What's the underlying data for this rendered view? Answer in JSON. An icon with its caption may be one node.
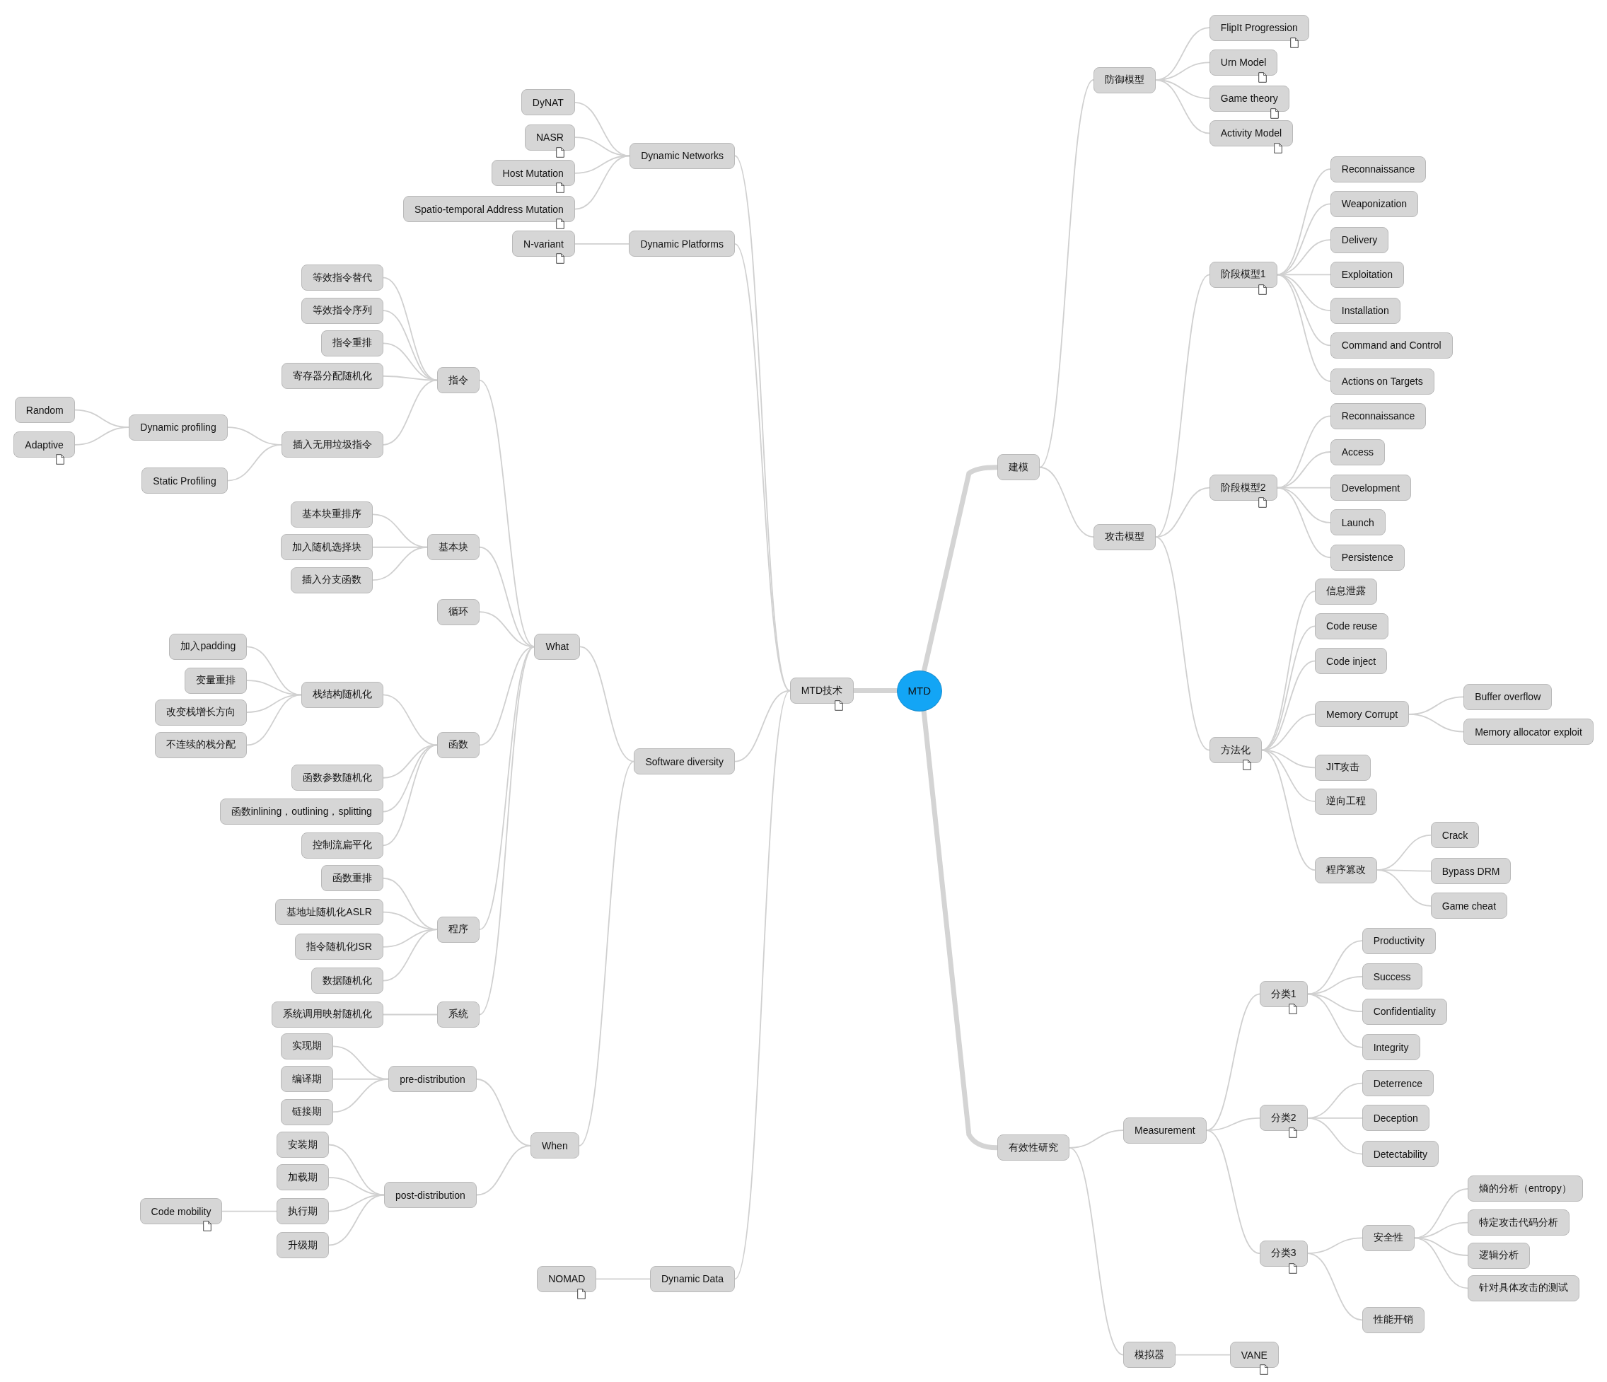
{
  "diagram": {
    "nodes": [
      {
        "text": [
          "MTD"
        ]
      },
      {
        "text": [
          "MTD技术"
        ]
      },
      {
        "text": [
          "Dynamic Networks"
        ]
      },
      {
        "text": [
          "DyNAT"
        ]
      },
      {
        "text": [
          "NASR"
        ]
      },
      {
        "text": [
          "Host Mutation"
        ]
      },
      {
        "text": [
          "Spatio-temporal Address Mutation"
        ]
      },
      {
        "text": [
          "Dynamic Platforms"
        ]
      },
      {
        "text": [
          "N-variant"
        ]
      },
      {
        "text": [
          "Software diversity"
        ]
      },
      {
        "text": [
          "What"
        ]
      },
      {
        "text": [
          "指令"
        ]
      },
      {
        "text": [
          "等效指令替代"
        ]
      },
      {
        "text": [
          "等效指令序列"
        ]
      },
      {
        "text": [
          "指令重排"
        ]
      },
      {
        "text": [
          "寄存器分配随机化"
        ]
      },
      {
        "text": [
          "插入无用垃圾指令"
        ]
      },
      {
        "text": [
          "Dynamic profiling"
        ]
      },
      {
        "text": [
          "Random"
        ]
      },
      {
        "text": [
          "Adaptive"
        ]
      },
      {
        "text": [
          "Static Profiling"
        ]
      },
      {
        "text": [
          "基本块"
        ]
      },
      {
        "text": [
          "基本块重排序"
        ]
      },
      {
        "text": [
          "加入随机选择块"
        ]
      },
      {
        "text": [
          "插入分支函数"
        ]
      },
      {
        "text": [
          "循环"
        ]
      },
      {
        "text": [
          "函数"
        ]
      },
      {
        "text": [
          "栈结构随机化"
        ]
      },
      {
        "text": [
          "加入padding"
        ]
      },
      {
        "text": [
          "变量重排"
        ]
      },
      {
        "text": [
          "改变栈增长方向"
        ]
      },
      {
        "text": [
          "不连续的栈分配"
        ]
      },
      {
        "text": [
          "函数参数随机化"
        ]
      },
      {
        "text": [
          "函数inlining，outlining，splitting"
        ]
      },
      {
        "text": [
          "控制流扁平化"
        ]
      },
      {
        "text": [
          "程序"
        ]
      },
      {
        "text": [
          "函数重排"
        ]
      },
      {
        "text": [
          "基地址随机化ASLR"
        ]
      },
      {
        "text": [
          "指令随机化ISR"
        ]
      },
      {
        "text": [
          "数据随机化"
        ]
      },
      {
        "text": [
          "系统"
        ]
      },
      {
        "text": [
          "系统调用映射随机化"
        ]
      },
      {
        "text": [
          "When"
        ]
      },
      {
        "text": [
          "pre-distribution"
        ]
      },
      {
        "text": [
          "实现期"
        ]
      },
      {
        "text": [
          "编译期"
        ]
      },
      {
        "text": [
          "链接期"
        ]
      },
      {
        "text": [
          "post-distribution"
        ]
      },
      {
        "text": [
          "安装期"
        ]
      },
      {
        "text": [
          "加载期"
        ]
      },
      {
        "text": [
          "执行期"
        ]
      },
      {
        "text": [
          "Code mobility"
        ]
      },
      {
        "text": [
          "升级期"
        ]
      },
      {
        "text": [
          "Dynamic Data"
        ]
      },
      {
        "text": [
          "NOMAD"
        ]
      },
      {
        "text": [
          "建模"
        ]
      },
      {
        "text": [
          "防御模型"
        ]
      },
      {
        "text": [
          "FlipIt Progression"
        ]
      },
      {
        "text": [
          "Urn Model"
        ]
      },
      {
        "text": [
          "Game theory"
        ]
      },
      {
        "text": [
          "Activity Model"
        ]
      },
      {
        "text": [
          "攻击模型"
        ]
      },
      {
        "text": [
          "阶段模型1"
        ]
      },
      {
        "text": [
          "Reconnaissance"
        ]
      },
      {
        "text": [
          "Weaponization"
        ]
      },
      {
        "text": [
          "Delivery"
        ]
      },
      {
        "text": [
          "Exploitation"
        ]
      },
      {
        "text": [
          "Installation"
        ]
      },
      {
        "text": [
          "Command and Control"
        ]
      },
      {
        "text": [
          "Actions on Targets"
        ]
      },
      {
        "text": [
          "阶段模型2"
        ]
      },
      {
        "text": [
          "Reconnaissance"
        ]
      },
      {
        "text": [
          "Access"
        ]
      },
      {
        "text": [
          "Development"
        ]
      },
      {
        "text": [
          "Launch"
        ]
      },
      {
        "text": [
          "Persistence"
        ]
      },
      {
        "text": [
          "方法化"
        ]
      },
      {
        "text": [
          "信息泄露"
        ]
      },
      {
        "text": [
          "Code reuse"
        ]
      },
      {
        "text": [
          "Code inject"
        ]
      },
      {
        "text": [
          "Memory Corrupt"
        ]
      },
      {
        "text": [
          "Buffer overflow"
        ]
      },
      {
        "text": [
          "Memory allocator exploit"
        ]
      },
      {
        "text": [
          "JIT攻击"
        ]
      },
      {
        "text": [
          "逆向工程"
        ]
      },
      {
        "text": [
          "程序篡改"
        ]
      },
      {
        "text": [
          "Crack"
        ]
      },
      {
        "text": [
          "Bypass DRM"
        ]
      },
      {
        "text": [
          "Game cheat"
        ]
      },
      {
        "text": [
          "有效性研究"
        ]
      },
      {
        "text": [
          "Measurement"
        ]
      },
      {
        "text": [
          "分类1"
        ]
      },
      {
        "text": [
          "Productivity"
        ]
      },
      {
        "text": [
          "Success"
        ]
      },
      {
        "text": [
          "Confidentiality"
        ]
      },
      {
        "text": [
          "Integrity"
        ]
      },
      {
        "text": [
          "分类2"
        ]
      },
      {
        "text": [
          "Deterrence"
        ]
      },
      {
        "text": [
          "Deception"
        ]
      },
      {
        "text": [
          "Detectability"
        ]
      },
      {
        "text": [
          "分类3"
        ]
      },
      {
        "text": [
          "安全性"
        ]
      },
      {
        "text": [
          "熵的分析（entropy）"
        ]
      },
      {
        "text": [
          "特定攻击代码分析"
        ]
      },
      {
        "text": [
          "逻辑分析"
        ]
      },
      {
        "text": [
          "针对具体攻击的测试"
        ]
      },
      {
        "text": [
          "性能开销"
        ]
      },
      {
        "text": [
          "模拟器"
        ]
      },
      {
        "text": [
          "VANE"
        ]
      }
    ],
    "edges": [
      {
        "from": 0,
        "to": 1,
        "arrow": "none",
        "style": "thick"
      },
      {
        "from": 1,
        "to": 2,
        "arrow": "none"
      },
      {
        "from": 2,
        "to": 3,
        "arrow": "none"
      },
      {
        "from": 2,
        "to": 4,
        "arrow": "none"
      },
      {
        "from": 2,
        "to": 5,
        "arrow": "none"
      },
      {
        "from": 2,
        "to": 6,
        "arrow": "none"
      },
      {
        "from": 1,
        "to": 7,
        "arrow": "none"
      },
      {
        "from": 7,
        "to": 8,
        "arrow": "none"
      },
      {
        "from": 1,
        "to": 9,
        "arrow": "none"
      },
      {
        "from": 9,
        "to": 10,
        "arrow": "none"
      },
      {
        "from": 10,
        "to": 11,
        "arrow": "none"
      },
      {
        "from": 11,
        "to": 12,
        "arrow": "none"
      },
      {
        "from": 11,
        "to": 13,
        "arrow": "none"
      },
      {
        "from": 11,
        "to": 14,
        "arrow": "none"
      },
      {
        "from": 11,
        "to": 15,
        "arrow": "none"
      },
      {
        "from": 11,
        "to": 16,
        "arrow": "none"
      },
      {
        "from": 16,
        "to": 17,
        "arrow": "none"
      },
      {
        "from": 17,
        "to": 18,
        "arrow": "none"
      },
      {
        "from": 17,
        "to": 19,
        "arrow": "none"
      },
      {
        "from": 16,
        "to": 20,
        "arrow": "none"
      },
      {
        "from": 10,
        "to": 21,
        "arrow": "none"
      },
      {
        "from": 21,
        "to": 22,
        "arrow": "none"
      },
      {
        "from": 21,
        "to": 23,
        "arrow": "none"
      },
      {
        "from": 21,
        "to": 24,
        "arrow": "none"
      },
      {
        "from": 10,
        "to": 25,
        "arrow": "none"
      },
      {
        "from": 10,
        "to": 26,
        "arrow": "none"
      },
      {
        "from": 26,
        "to": 27,
        "arrow": "none"
      },
      {
        "from": 27,
        "to": 28,
        "arrow": "none"
      },
      {
        "from": 27,
        "to": 29,
        "arrow": "none"
      },
      {
        "from": 27,
        "to": 30,
        "arrow": "none"
      },
      {
        "from": 27,
        "to": 31,
        "arrow": "none"
      },
      {
        "from": 26,
        "to": 32,
        "arrow": "none"
      },
      {
        "from": 26,
        "to": 33,
        "arrow": "none"
      },
      {
        "from": 26,
        "to": 34,
        "arrow": "none"
      },
      {
        "from": 10,
        "to": 35,
        "arrow": "none"
      },
      {
        "from": 35,
        "to": 36,
        "arrow": "none"
      },
      {
        "from": 35,
        "to": 37,
        "arrow": "none"
      },
      {
        "from": 35,
        "to": 38,
        "arrow": "none"
      },
      {
        "from": 35,
        "to": 39,
        "arrow": "none"
      },
      {
        "from": 10,
        "to": 40,
        "arrow": "none"
      },
      {
        "from": 40,
        "to": 41,
        "arrow": "none"
      },
      {
        "from": 9,
        "to": 42,
        "arrow": "none"
      },
      {
        "from": 42,
        "to": 43,
        "arrow": "none"
      },
      {
        "from": 43,
        "to": 44,
        "arrow": "none"
      },
      {
        "from": 43,
        "to": 45,
        "arrow": "none"
      },
      {
        "from": 43,
        "to": 46,
        "arrow": "none"
      },
      {
        "from": 42,
        "to": 47,
        "arrow": "none"
      },
      {
        "from": 47,
        "to": 48,
        "arrow": "none"
      },
      {
        "from": 47,
        "to": 49,
        "arrow": "none"
      },
      {
        "from": 47,
        "to": 50,
        "arrow": "none"
      },
      {
        "from": 50,
        "to": 51,
        "arrow": "none"
      },
      {
        "from": 47,
        "to": 52,
        "arrow": "none"
      },
      {
        "from": 1,
        "to": 53,
        "arrow": "none"
      },
      {
        "from": 53,
        "to": 54,
        "arrow": "none"
      },
      {
        "from": 0,
        "to": 55,
        "arrow": "none",
        "style": "thick"
      },
      {
        "from": 55,
        "to": 56,
        "arrow": "none"
      },
      {
        "from": 56,
        "to": 57,
        "arrow": "none"
      },
      {
        "from": 56,
        "to": 58,
        "arrow": "none"
      },
      {
        "from": 56,
        "to": 59,
        "arrow": "none"
      },
      {
        "from": 56,
        "to": 60,
        "arrow": "none"
      },
      {
        "from": 55,
        "to": 61,
        "arrow": "none"
      },
      {
        "from": 61,
        "to": 62,
        "arrow": "none"
      },
      {
        "from": 62,
        "to": 63,
        "arrow": "none"
      },
      {
        "from": 62,
        "to": 64,
        "arrow": "none"
      },
      {
        "from": 62,
        "to": 65,
        "arrow": "none"
      },
      {
        "from": 62,
        "to": 66,
        "arrow": "none"
      },
      {
        "from": 62,
        "to": 67,
        "arrow": "none"
      },
      {
        "from": 62,
        "to": 68,
        "arrow": "none"
      },
      {
        "from": 62,
        "to": 69,
        "arrow": "none"
      },
      {
        "from": 61,
        "to": 70,
        "arrow": "none"
      },
      {
        "from": 70,
        "to": 71,
        "arrow": "none"
      },
      {
        "from": 70,
        "to": 72,
        "arrow": "none"
      },
      {
        "from": 70,
        "to": 73,
        "arrow": "none"
      },
      {
        "from": 70,
        "to": 74,
        "arrow": "none"
      },
      {
        "from": 70,
        "to": 75,
        "arrow": "none"
      },
      {
        "from": 61,
        "to": 76,
        "arrow": "none"
      },
      {
        "from": 76,
        "to": 77,
        "arrow": "none"
      },
      {
        "from": 76,
        "to": 78,
        "arrow": "none"
      },
      {
        "from": 76,
        "to": 79,
        "arrow": "none"
      },
      {
        "from": 76,
        "to": 80,
        "arrow": "none"
      },
      {
        "from": 80,
        "to": 81,
        "arrow": "none"
      },
      {
        "from": 80,
        "to": 82,
        "arrow": "none"
      },
      {
        "from": 76,
        "to": 83,
        "arrow": "none"
      },
      {
        "from": 76,
        "to": 84,
        "arrow": "none"
      },
      {
        "from": 76,
        "to": 85,
        "arrow": "none"
      },
      {
        "from": 85,
        "to": 86,
        "arrow": "none"
      },
      {
        "from": 85,
        "to": 87,
        "arrow": "none"
      },
      {
        "from": 85,
        "to": 88,
        "arrow": "none"
      },
      {
        "from": 0,
        "to": 89,
        "arrow": "none",
        "style": "thick"
      },
      {
        "from": 89,
        "to": 90,
        "arrow": "none"
      },
      {
        "from": 90,
        "to": 91,
        "arrow": "none"
      },
      {
        "from": 91,
        "to": 92,
        "arrow": "none"
      },
      {
        "from": 91,
        "to": 93,
        "arrow": "none"
      },
      {
        "from": 91,
        "to": 94,
        "arrow": "none"
      },
      {
        "from": 91,
        "to": 95,
        "arrow": "none"
      },
      {
        "from": 90,
        "to": 96,
        "arrow": "none"
      },
      {
        "from": 96,
        "to": 97,
        "arrow": "none"
      },
      {
        "from": 96,
        "to": 98,
        "arrow": "none"
      },
      {
        "from": 96,
        "to": 99,
        "arrow": "none"
      },
      {
        "from": 90,
        "to": 100,
        "arrow": "none"
      },
      {
        "from": 100,
        "to": 101,
        "arrow": "none"
      },
      {
        "from": 101,
        "to": 102,
        "arrow": "none"
      },
      {
        "from": 101,
        "to": 103,
        "arrow": "none"
      },
      {
        "from": 101,
        "to": 104,
        "arrow": "none"
      },
      {
        "from": 101,
        "to": 105,
        "arrow": "none"
      },
      {
        "from": 100,
        "to": 106,
        "arrow": "none"
      },
      {
        "from": 89,
        "to": 107,
        "arrow": "none"
      },
      {
        "from": 107,
        "to": 108,
        "arrow": "none"
      }
    ]
  }
}
